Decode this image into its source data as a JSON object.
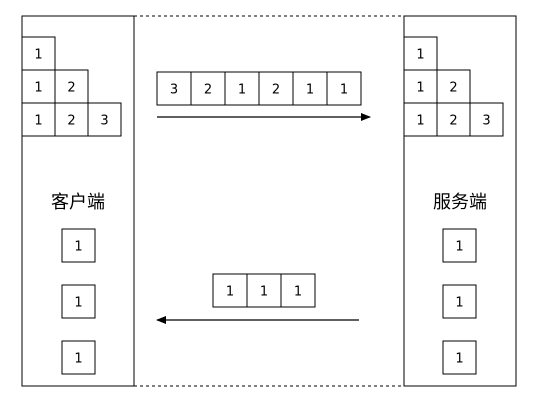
{
  "client": {
    "label": "客户端",
    "stack_rows": [
      [
        "1"
      ],
      [
        "1",
        "2"
      ],
      [
        "1",
        "2",
        "3"
      ]
    ],
    "single_boxes": [
      "1",
      "1",
      "1"
    ]
  },
  "server": {
    "label": "服务端",
    "stack_rows": [
      [
        "1"
      ],
      [
        "1",
        "2"
      ],
      [
        "1",
        "2",
        "3"
      ]
    ],
    "single_boxes": [
      "1",
      "1",
      "1"
    ]
  },
  "top_message": {
    "cells": [
      "3",
      "2",
      "1",
      "2",
      "1",
      "1"
    ],
    "direction": "client-to-server"
  },
  "bottom_message": {
    "cells": [
      "1",
      "1",
      "1"
    ],
    "direction": "server-to-client"
  },
  "colors": {
    "stroke": "#000000",
    "fill": "#ffffff",
    "text": "#000000"
  }
}
